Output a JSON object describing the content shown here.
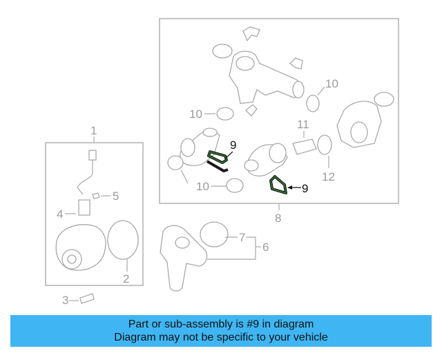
{
  "diagram": {
    "callouts": {
      "c1": "1",
      "c2": "2",
      "c3": "3",
      "c4": "4",
      "c5": "5",
      "c6": "6",
      "c7": "7",
      "c8": "8",
      "c9a": "9",
      "c9b": "9",
      "c10a": "10",
      "c10b": "10",
      "c10c": "10",
      "c11": "11",
      "c12": "12"
    },
    "highlight_part": "9",
    "highlight_color": "#2e7d32"
  },
  "banner": {
    "line1": "Part or sub-assembly is #9 in diagram",
    "line2": "Diagram may not be specific to your vehicle",
    "color": "#3fb6f3"
  }
}
